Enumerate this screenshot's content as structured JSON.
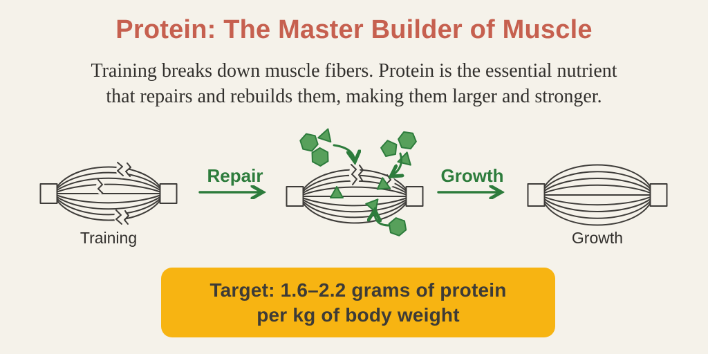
{
  "title": "Protein: The Master Builder of Muscle",
  "intro": {
    "line1": "Training breaks down muscle fibers. Protein is the essential nutrient",
    "line2": "that repairs and rebuilds them, making them larger and stronger."
  },
  "diagram": {
    "stage_training_label": "Training",
    "repair_arrow_label": "Repair",
    "growth_arrow_label": "Growth",
    "stage_growth_label": "Growth",
    "protein_shape_icons": [
      "hexagon",
      "pentagon",
      "triangle"
    ]
  },
  "target_banner": {
    "line1": "Target: 1.6–2.2 grams of protein",
    "line2": "per kg of body weight"
  },
  "colors": {
    "background": "#f5f2ea",
    "title_text": "#c6604f",
    "body_text": "#32302d",
    "outline": "#3e3c39",
    "green_accent": "#2d7c3c",
    "green_fill": "#57a05b",
    "banner_background": "#f7b412",
    "banner_text": "#3d3b37"
  }
}
